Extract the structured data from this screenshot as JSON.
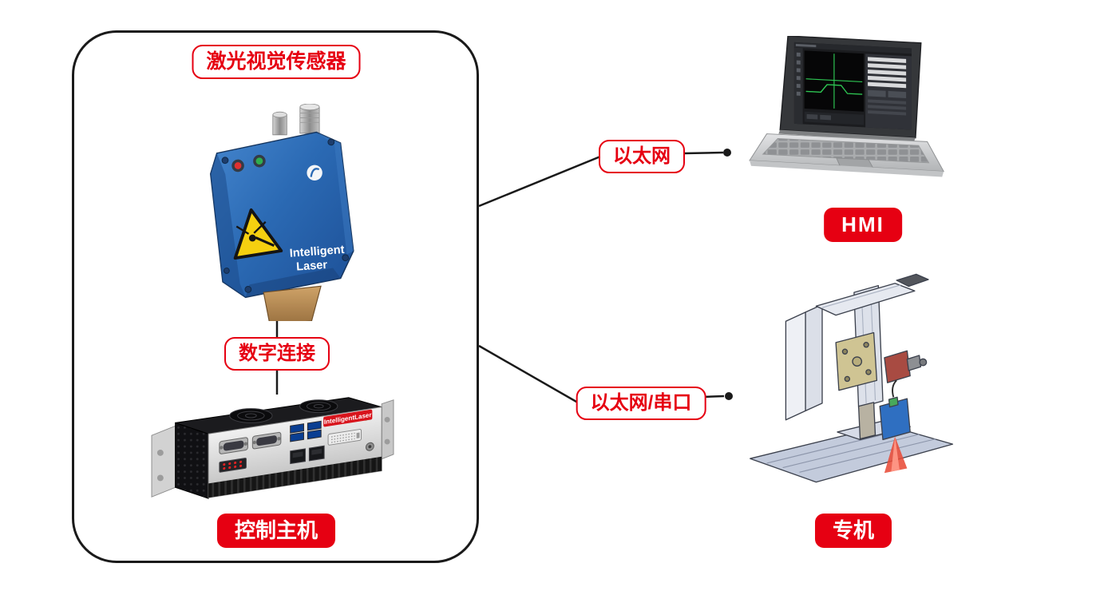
{
  "group": {
    "title": "激光视觉传感器",
    "link_label": "数字连接",
    "host_label": "控制主机"
  },
  "connections": [
    {
      "label": "以太网"
    },
    {
      "label": "以太网/串口"
    }
  ],
  "nodes": {
    "hmi": {
      "label": "HMI"
    },
    "machine": {
      "label": "专机"
    }
  },
  "devices": {
    "sensor": {
      "brand_line1": "Intelligent",
      "brand_line2": "Laser"
    },
    "host": {
      "brand": "IntelligentLaser"
    }
  },
  "colors": {
    "accent_red": "#e60012",
    "line_black": "#1a1a1a",
    "sensor_blue": "#2b6ab4"
  }
}
